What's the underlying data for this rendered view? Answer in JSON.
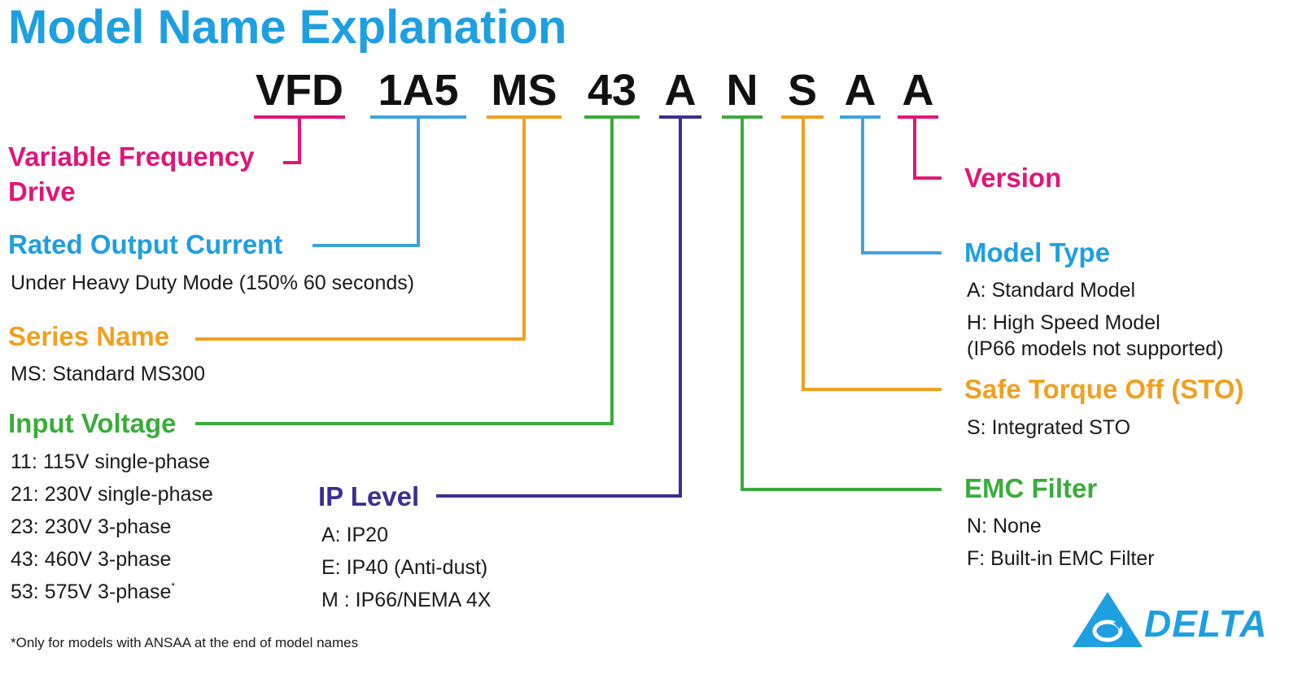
{
  "title": "Model Name Explanation",
  "colors": {
    "title": "#1e9fe0",
    "magenta": "#e0157a",
    "blue": "#3fa3dc",
    "orange": "#f0a020",
    "green": "#3aac3a",
    "purple": "#3f2d91"
  },
  "model_code": [
    {
      "id": "vfd",
      "text": "VFD",
      "color": "#e0157a"
    },
    {
      "id": "current",
      "text": "1A5",
      "color": "#3fa3dc"
    },
    {
      "id": "series",
      "text": "MS",
      "color": "#f0a020"
    },
    {
      "id": "voltage",
      "text": "43",
      "color": "#3aac3a"
    },
    {
      "id": "ip",
      "text": "A",
      "color": "#3f2d91"
    },
    {
      "id": "emc",
      "text": "N",
      "color": "#3aac3a"
    },
    {
      "id": "sto",
      "text": "S",
      "color": "#f0a020"
    },
    {
      "id": "type",
      "text": "A",
      "color": "#3fa3dc"
    },
    {
      "id": "version",
      "text": "A",
      "color": "#e0157a"
    }
  ],
  "sections": {
    "vfd": {
      "heading_line1": "Variable Frequency",
      "heading_line2": "Drive"
    },
    "current": {
      "heading": "Rated Output Current",
      "lines": [
        "Under Heavy Duty Mode (150% 60 seconds)"
      ]
    },
    "series": {
      "heading": "Series Name",
      "lines": [
        "MS: Standard MS300"
      ]
    },
    "voltage": {
      "heading": "Input Voltage",
      "lines": [
        "11: 115V single-phase",
        "21: 230V single-phase",
        "23: 230V 3-phase",
        "43: 460V 3-phase",
        "53: 575V 3-phase"
      ],
      "note_mark": "*"
    },
    "ip": {
      "heading": "IP Level",
      "lines": [
        "A: IP20",
        "E: IP40 (Anti-dust)",
        "M : IP66/NEMA 4X"
      ]
    },
    "emc": {
      "heading": "EMC Filter",
      "lines": [
        "N: None",
        "F: Built-in EMC Filter"
      ]
    },
    "sto": {
      "heading": "Safe Torque Off (STO)",
      "lines": [
        "S: Integrated STO"
      ]
    },
    "type": {
      "heading": "Model Type",
      "lines": [
        "A: Standard Model",
        "H: High Speed Model",
        "(IP66 models not supported)"
      ]
    },
    "version": {
      "heading": "Version"
    }
  },
  "footnote": "*Only for models with ANSAA at the end of model names",
  "logo": {
    "text": "DELTA",
    "icon": "delta-triangle-logo-icon"
  }
}
